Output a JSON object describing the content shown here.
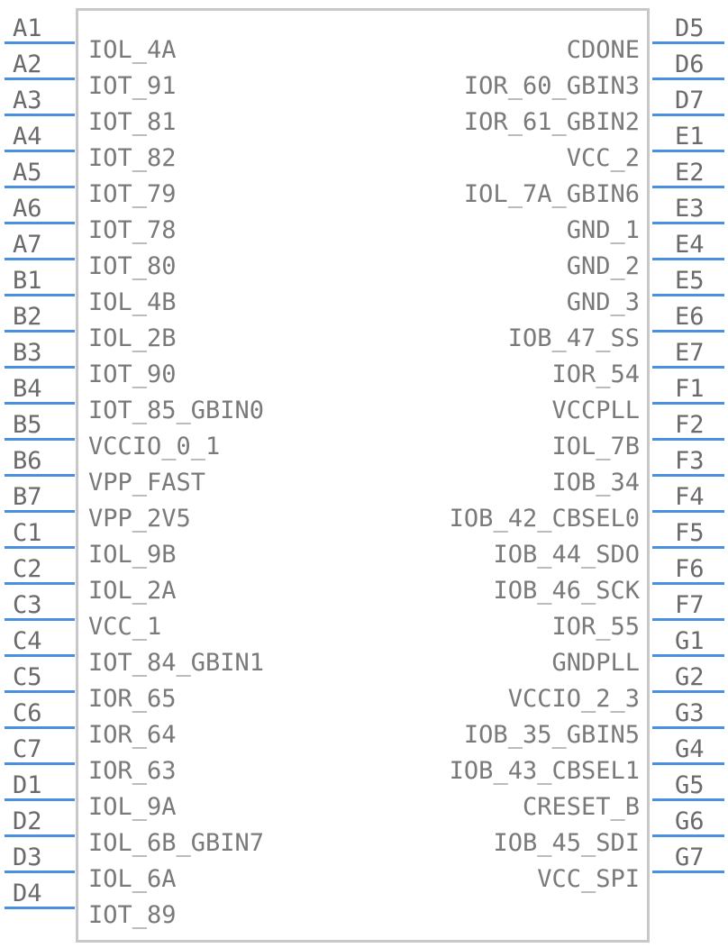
{
  "left_pins": [
    {
      "pin": "A1",
      "signal": "IOL_4A"
    },
    {
      "pin": "A2",
      "signal": "IOT_91"
    },
    {
      "pin": "A3",
      "signal": "IOT_81"
    },
    {
      "pin": "A4",
      "signal": "IOT_82"
    },
    {
      "pin": "A5",
      "signal": "IOT_79"
    },
    {
      "pin": "A6",
      "signal": "IOT_78"
    },
    {
      "pin": "A7",
      "signal": "IOT_80"
    },
    {
      "pin": "B1",
      "signal": "IOL_4B"
    },
    {
      "pin": "B2",
      "signal": "IOL_2B"
    },
    {
      "pin": "B3",
      "signal": "IOT_90"
    },
    {
      "pin": "B4",
      "signal": "IOT_85_GBIN0"
    },
    {
      "pin": "B5",
      "signal": "VCCIO_0_1"
    },
    {
      "pin": "B6",
      "signal": "VPP_FAST"
    },
    {
      "pin": "B7",
      "signal": "VPP_2V5"
    },
    {
      "pin": "C1",
      "signal": "IOL_9B"
    },
    {
      "pin": "C2",
      "signal": "IOL_2A"
    },
    {
      "pin": "C3",
      "signal": "VCC_1"
    },
    {
      "pin": "C4",
      "signal": "IOT_84_GBIN1"
    },
    {
      "pin": "C5",
      "signal": "IOR_65"
    },
    {
      "pin": "C6",
      "signal": "IOR_64"
    },
    {
      "pin": "C7",
      "signal": "IOR_63"
    },
    {
      "pin": "D1",
      "signal": "IOL_9A"
    },
    {
      "pin": "D2",
      "signal": "IOL_6B_GBIN7"
    },
    {
      "pin": "D3",
      "signal": "IOL_6A"
    },
    {
      "pin": "D4",
      "signal": "IOT_89"
    }
  ],
  "right_pins": [
    {
      "pin": "D5",
      "signal": "CDONE"
    },
    {
      "pin": "D6",
      "signal": "IOR_60_GBIN3"
    },
    {
      "pin": "D7",
      "signal": "IOR_61_GBIN2"
    },
    {
      "pin": "E1",
      "signal": "VCC_2"
    },
    {
      "pin": "E2",
      "signal": "IOL_7A_GBIN6"
    },
    {
      "pin": "E3",
      "signal": "GND_1"
    },
    {
      "pin": "E4",
      "signal": "GND_2"
    },
    {
      "pin": "E5",
      "signal": "GND_3"
    },
    {
      "pin": "E6",
      "signal": "IOB_47_SS"
    },
    {
      "pin": "E7",
      "signal": "IOR_54"
    },
    {
      "pin": "F1",
      "signal": "VCCPLL"
    },
    {
      "pin": "F2",
      "signal": "IOL_7B"
    },
    {
      "pin": "F3",
      "signal": "IOB_34"
    },
    {
      "pin": "F4",
      "signal": "IOB_42_CBSEL0"
    },
    {
      "pin": "F5",
      "signal": "IOB_44_SDO"
    },
    {
      "pin": "F6",
      "signal": "IOB_46_SCK"
    },
    {
      "pin": "F7",
      "signal": "IOR_55"
    },
    {
      "pin": "G1",
      "signal": "GNDPLL"
    },
    {
      "pin": "G2",
      "signal": "VCCIO_2_3"
    },
    {
      "pin": "G3",
      "signal": "IOB_35_GBIN5"
    },
    {
      "pin": "G4",
      "signal": "IOB_43_CBSEL1"
    },
    {
      "pin": "G5",
      "signal": "CRESET_B"
    },
    {
      "pin": "G6",
      "signal": "IOB_45_SDI"
    },
    {
      "pin": "G7",
      "signal": "VCC_SPI"
    }
  ],
  "colors": {
    "pin_line": "#4a90e2",
    "body_border": "#c8c8c8",
    "text": "#7a7a7a"
  }
}
